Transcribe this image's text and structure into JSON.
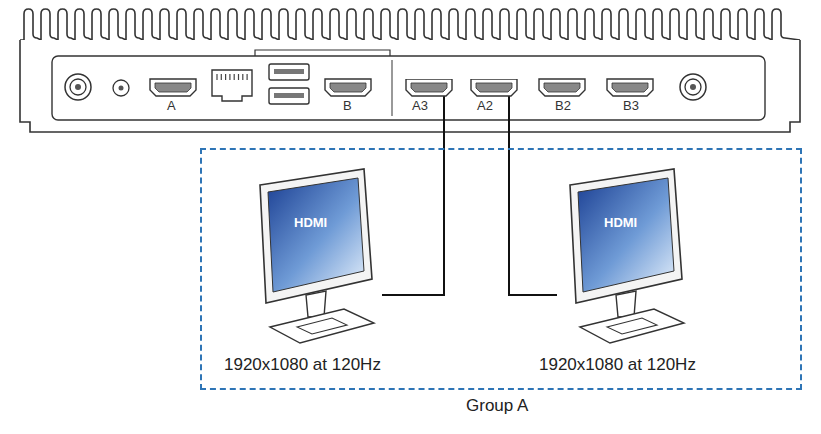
{
  "diagram": {
    "nodes": [
      {
        "text": [
          "A3"
        ]
      },
      {
        "text": [
          "A2"
        ]
      },
      {
        "text": [
          "Group A"
        ]
      },
      {
        "text": [
          "HDMI",
          "1920x1080 at 120Hz"
        ],
        "in": 2
      },
      {
        "text": [
          "HDMI",
          "1920x1080 at 120Hz"
        ],
        "in": 2
      }
    ],
    "edges": [
      {
        "from": 0,
        "to": 3,
        "arrow": "none"
      },
      {
        "from": 1,
        "to": 4,
        "arrow": "none"
      }
    ],
    "labels": [
      "A",
      "B",
      "B2",
      "B3"
    ]
  }
}
